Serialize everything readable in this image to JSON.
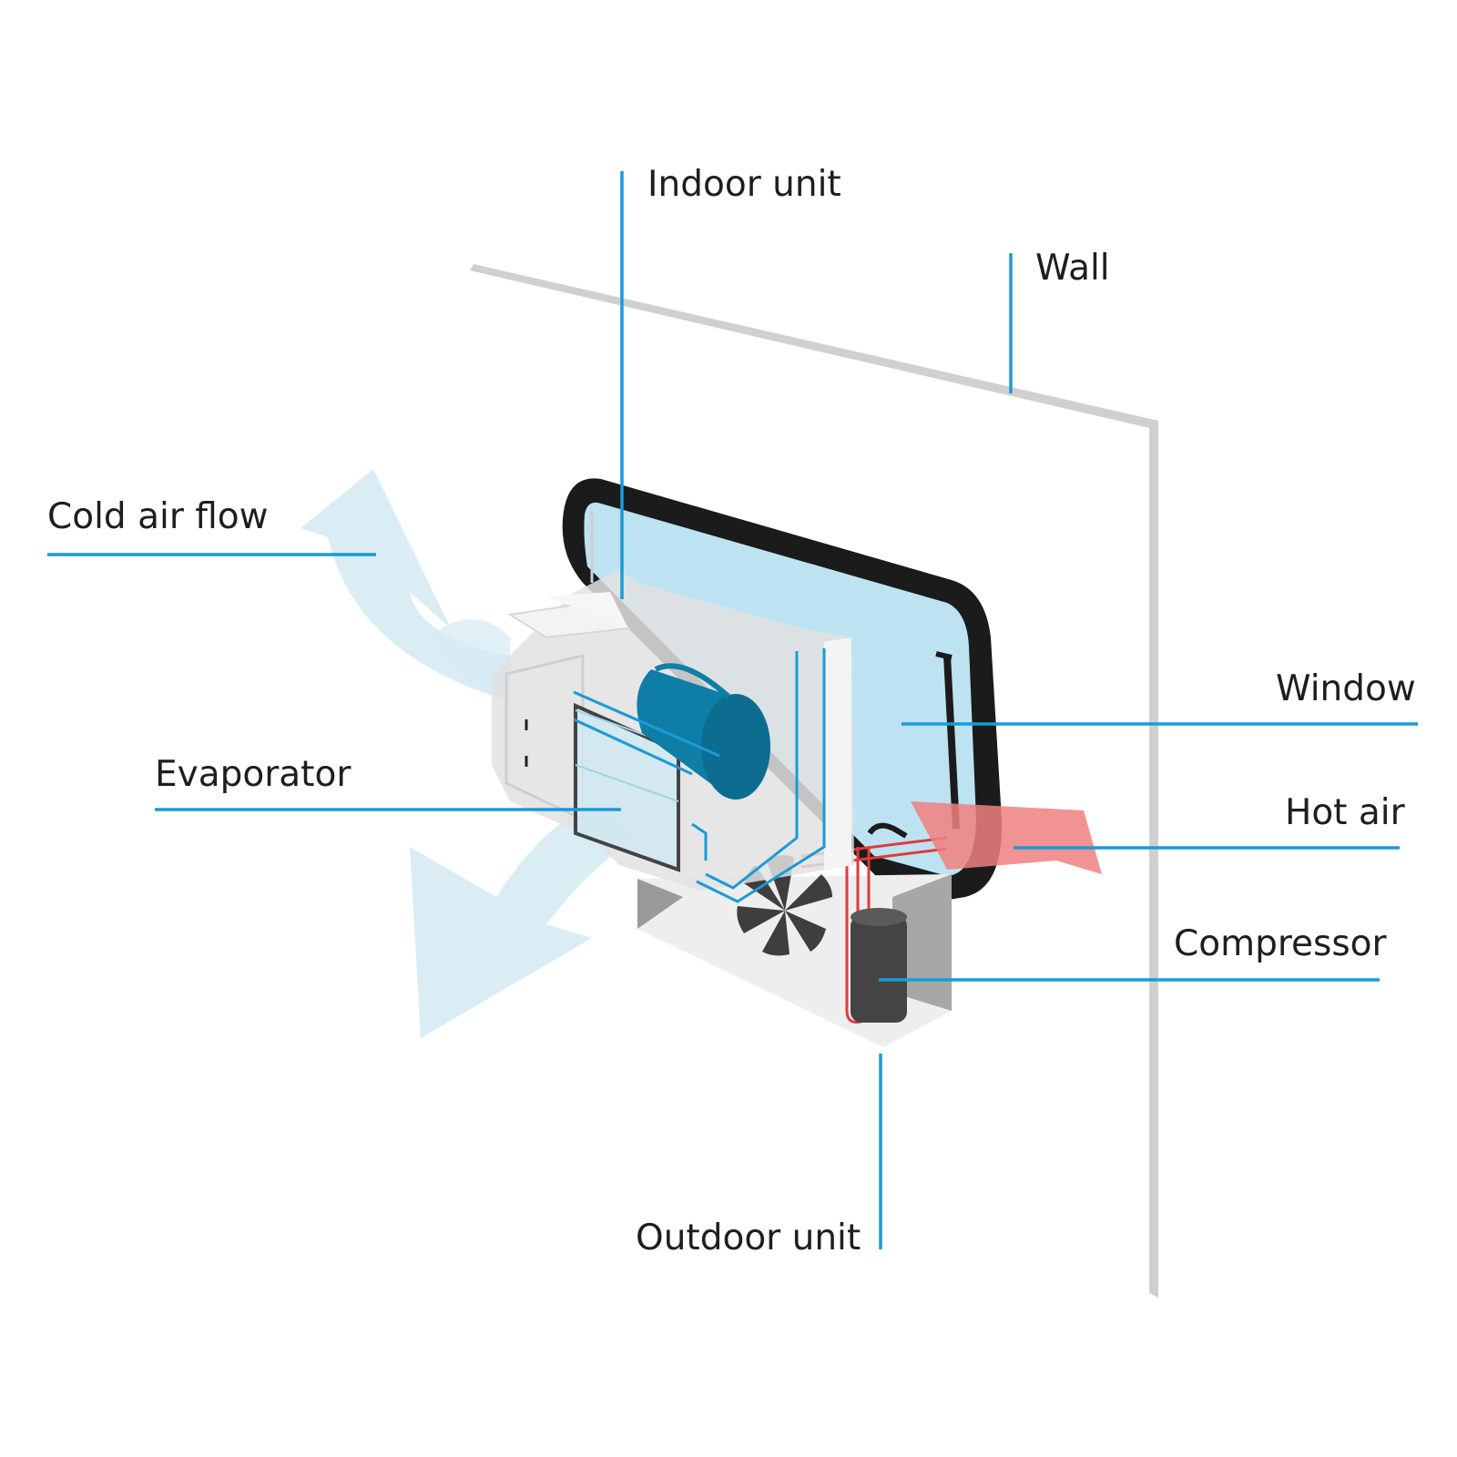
{
  "labels": {
    "indoor_unit": "Indoor unit",
    "wall": "Wall",
    "cold_air_flow": "Cold air flow",
    "window": "Window",
    "evaporator": "Evaporator",
    "hot_air": "Hot air",
    "compressor": "Compressor",
    "outdoor_unit": "Outdoor unit"
  },
  "colors": {
    "leader_line": "#1a9ad8",
    "label_text": "#1e1e1e",
    "wall": "#d0d0d0",
    "window_frame": "#1b1b1b",
    "glass": "#bde3f2",
    "cold_air": "#cfe6f0",
    "hot_air": "#f08080",
    "unit_body": "#e2e2e2",
    "fan_blue": "#0f7ea6",
    "compressor": "#444444"
  }
}
